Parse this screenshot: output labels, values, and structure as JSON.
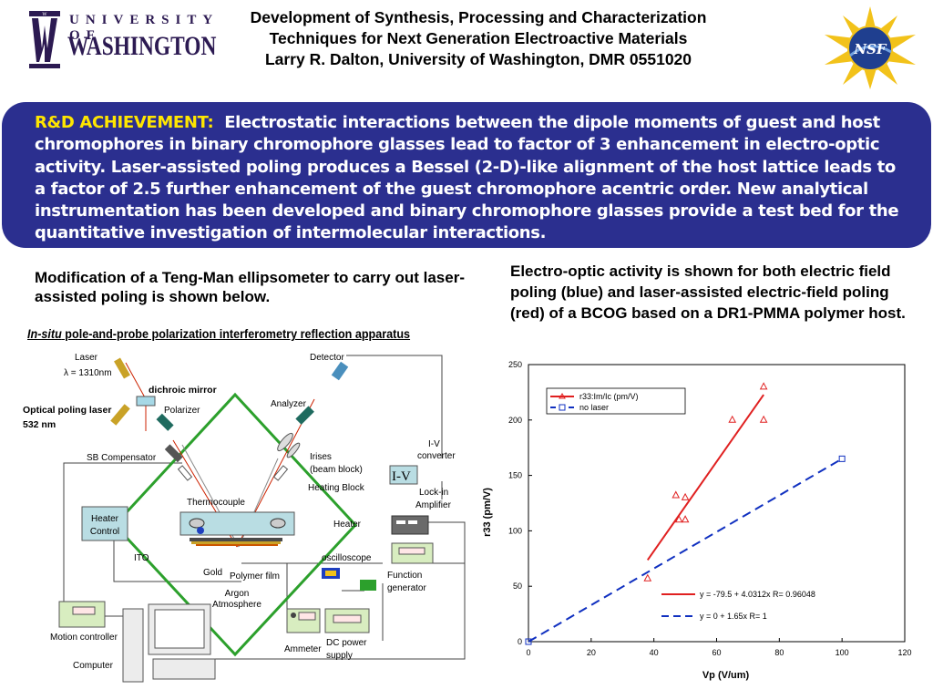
{
  "header": {
    "logo_left": {
      "line1": "UNIVERSITY OF",
      "line2": "WASHINGTON"
    },
    "title_line1": "Development of Synthesis, Processing and Characterization",
    "title_line2": "Techniques for Next Generation Electroactive Materials",
    "title_line3": "Larry R. Dalton, University of Washington, DMR  0551020",
    "logo_right": "NSF"
  },
  "achievement": {
    "label": "R&D ACHIEVEMENT:",
    "text": "Electrostatic interactions between the dipole moments of guest and host chromophores in binary chromophore glasses lead to factor of 3 enhancement in electro-optic activity.  Laser-assisted poling produces a Bessel (2-D)-like alignment of the host lattice leads to a factor of 2.5 further enhancement of the guest chromophore acentric order.  New analytical instrumentation has been developed and binary chromophore glasses provide a test bed for the quantitative investigation of intermolecular interactions."
  },
  "left_caption": "Modification of a Teng-Man ellipsometer to carry out laser-assisted poling is shown below.",
  "right_caption": "Electro-optic activity is shown for both electric field poling (blue) and laser-assisted electric-field poling (red) of a BCOG based on a DR1-PMMA polymer host.",
  "apparatus": {
    "title_italic": "In-situ",
    "title_rest": " pole-and-probe polarization interferometry reflection apparatus",
    "labels": {
      "laser": "Laser",
      "laser_wl": "λ = 1310nm",
      "dichroic": "dichroic mirror",
      "poling_laser1": "Optical poling laser",
      "poling_laser2": "532 nm",
      "polarizer": "Polarizer",
      "sb_comp": "SB Compensator",
      "detector": "Detector",
      "analyzer": "Analyzer",
      "iv1": "I-V",
      "iv2": "converter",
      "iv_box": "I-V",
      "irises1": "Irises",
      "irises2": "(beam block)",
      "heating_block": "Heating Block",
      "thermocouple": "Thermocouple",
      "heater_control1": "Heater",
      "heater_control2": "Control",
      "heater": "Heater",
      "lockin1": "Lock-in",
      "lockin2": "Amplifier",
      "ito": "ITO",
      "oscilloscope": "oscilloscope",
      "gold": "Gold",
      "polymer_film": "Polymer film",
      "argon1": "Argon",
      "argon2": "Atmosphere",
      "function1": "Function",
      "function2": "generator",
      "motion": "Motion controller",
      "ammeter": "Ammeter",
      "dc1": "DC power",
      "dc2": "supply",
      "computer": "Computer"
    }
  },
  "chart_data": {
    "type": "scatter",
    "xlabel": "Vp (V/um)",
    "ylabel": "r33 (pm/V)",
    "xlim": [
      0,
      120
    ],
    "ylim": [
      0,
      250
    ],
    "xticks": [
      0,
      20,
      40,
      60,
      80,
      100,
      120
    ],
    "yticks": [
      0,
      50,
      100,
      150,
      200,
      250
    ],
    "legend": {
      "position": "top-left",
      "entries": [
        "r33:Im/Ic (pm/V)",
        "no laser"
      ]
    },
    "series": [
      {
        "name": "r33:Im/Ic (pm/V)",
        "color": "#e02020",
        "marker": "triangle",
        "x": [
          38,
          47,
          48,
          50,
          50,
          65,
          75,
          75
        ],
        "y": [
          57,
          132,
          110,
          130,
          110,
          200,
          230,
          200
        ],
        "fit": {
          "label": "y = -79.5 + 4.0312x   R= 0.96048",
          "x": [
            38,
            75
          ]
        }
      },
      {
        "name": "no laser",
        "color": "#1030c0",
        "marker": "square",
        "x": [
          0,
          100
        ],
        "y": [
          0,
          165
        ],
        "fit": {
          "label": "y = 0 + 1.65x   R= 1",
          "x": [
            0,
            100
          ]
        }
      }
    ]
  }
}
